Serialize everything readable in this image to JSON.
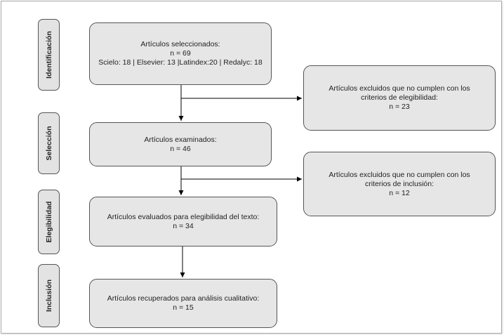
{
  "stages": {
    "identificacion": "Identificación",
    "seleccion": "Selección",
    "elegibilidad": "Elegibilidad",
    "inclusion": "Inclusión"
  },
  "boxes": {
    "seleccionados": {
      "title": "Artículos seleccionados:",
      "count": "n = 69",
      "sources": "Scielo: 18 | Elsevier: 13 |Latindex:20 | Redalyc: 18"
    },
    "excluidos_elegibilidad": {
      "line1": "Artículos excluidos que no cumplen con los",
      "line2": "criterios de elegibilidad:",
      "count": "n = 23"
    },
    "examinados": {
      "title": "Artículos examinados:",
      "count": "n = 46"
    },
    "excluidos_inclusion": {
      "line1": "Artículos excluidos que no cumplen con los",
      "line2": "criterios de inclusión:",
      "count": "n = 12"
    },
    "evaluados": {
      "title": "Artículos evaluados  para elegibilidad del texto:",
      "count": "n = 34"
    },
    "recuperados": {
      "title": "Artículos recuperados para análisis  cualitativo:",
      "count": "n = 15"
    }
  }
}
